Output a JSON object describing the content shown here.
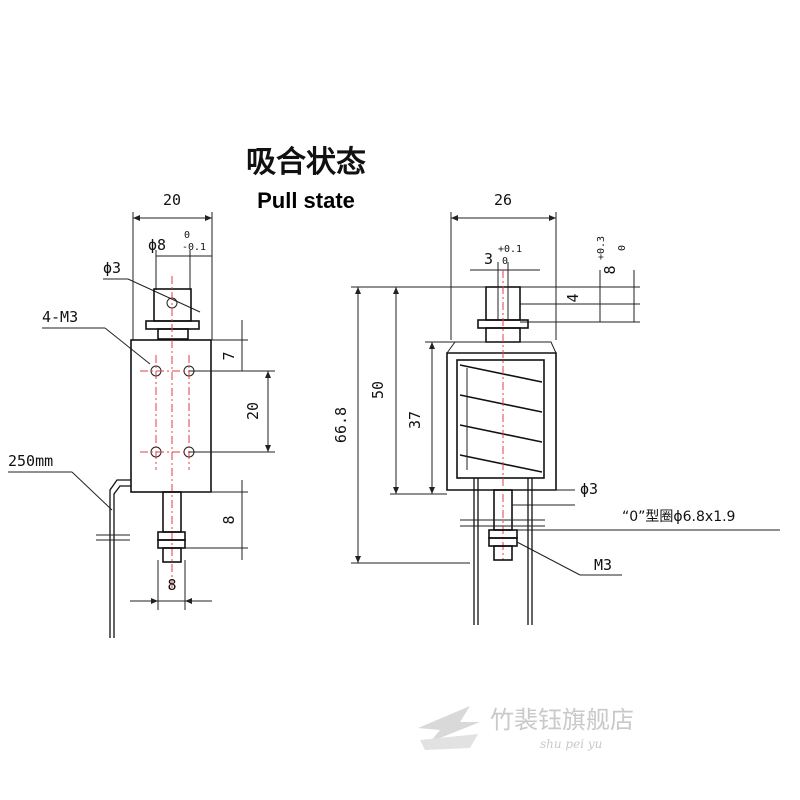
{
  "title": {
    "cn": "吸合状态",
    "en": "Pull state"
  },
  "left_view": {
    "dim_width": "20",
    "dim_shaft_dia": "ϕ8",
    "dim_shaft_tol_upper": "0",
    "dim_shaft_tol_lower": "-0.1",
    "dim_hole": "ϕ3",
    "label_threads": "4-M3",
    "label_wire_length": "250mm",
    "dim_hole_offset": "7",
    "dim_hole_spacing": "20",
    "dim_screw_length": "8",
    "dim_bottom_width": "8"
  },
  "right_view": {
    "dim_width": "26",
    "dim_slot": "3",
    "dim_slot_tol_upper": "+0.1",
    "dim_slot_tol_lower": "0",
    "dim_right_tol_top": "8",
    "dim_right_tol_upper": "+0.3",
    "dim_right_tol_lower": "0",
    "dim_slot_depth": "4",
    "dim_total_height": "66.8",
    "dim_body_height": "50",
    "dim_coil_height": "37",
    "dim_bottom_hole": "ϕ3",
    "label_oring": "“0”型圈ϕ6.8x1.9",
    "label_thread": "M3"
  },
  "watermark": {
    "cn": "竹裴钰旗舰店",
    "en": "shu pei yu"
  }
}
